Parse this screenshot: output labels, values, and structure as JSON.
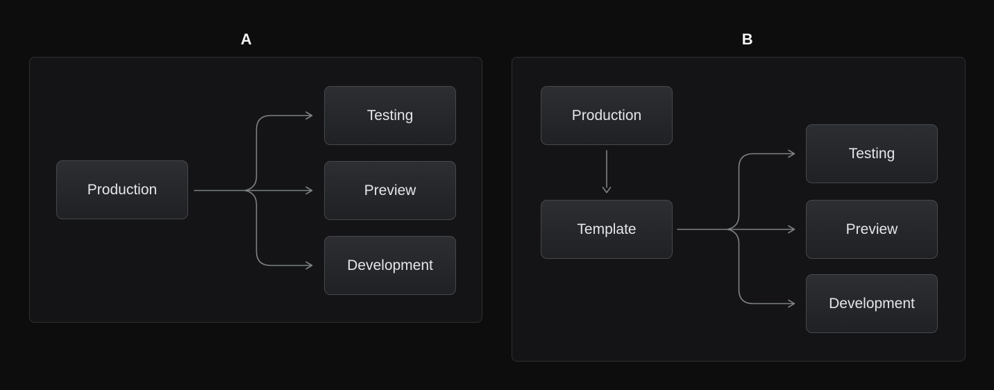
{
  "figure": {
    "background_color": "#0d0d0e",
    "panel_fill_color": "#141416",
    "panel_border_color": "#2f3033",
    "node_fill_color": "#26282b",
    "node_border_color": "#46484d",
    "connector_color": "#7f8285",
    "text_color": "#e4e6e9",
    "panels": [
      {
        "label": "A",
        "nodes": [
          {
            "id": "production",
            "label": "Production"
          },
          {
            "id": "testing",
            "label": "Testing"
          },
          {
            "id": "preview",
            "label": "Preview"
          },
          {
            "id": "development",
            "label": "Development"
          }
        ],
        "edges": [
          {
            "from": "production",
            "to": "testing"
          },
          {
            "from": "production",
            "to": "preview"
          },
          {
            "from": "production",
            "to": "development"
          }
        ]
      },
      {
        "label": "B",
        "nodes": [
          {
            "id": "production",
            "label": "Production"
          },
          {
            "id": "template",
            "label": "Template"
          },
          {
            "id": "testing",
            "label": "Testing"
          },
          {
            "id": "preview",
            "label": "Preview"
          },
          {
            "id": "development",
            "label": "Development"
          }
        ],
        "edges": [
          {
            "from": "production",
            "to": "template"
          },
          {
            "from": "template",
            "to": "testing"
          },
          {
            "from": "template",
            "to": "preview"
          },
          {
            "from": "template",
            "to": "development"
          }
        ]
      }
    ]
  }
}
